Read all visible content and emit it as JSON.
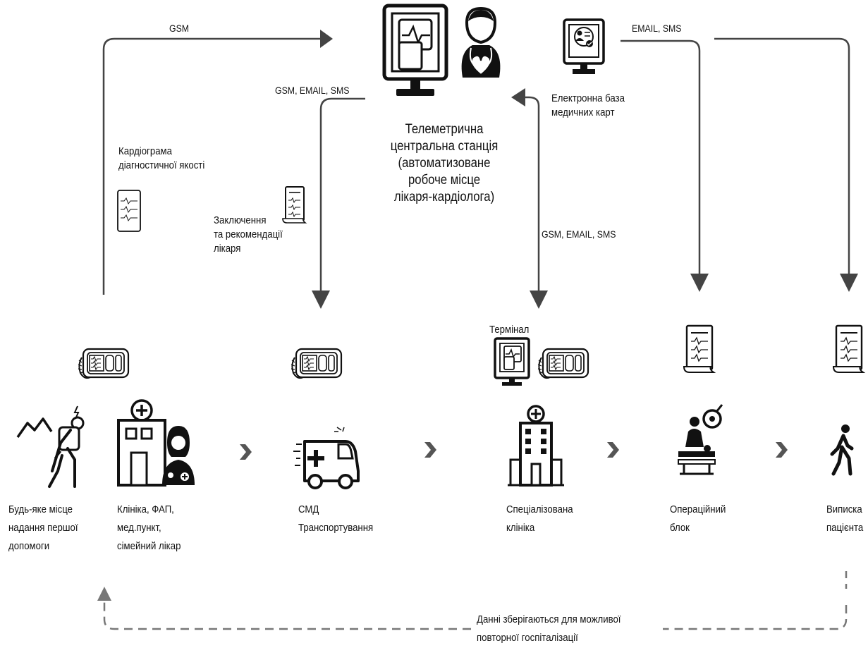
{
  "station": {
    "title": "Телеметрична\nцентральна станція\n(автоматизоване\nробоче місце\nлікаря-кардіолога)"
  },
  "edges": {
    "gsm_up": "GSM",
    "gsm_email_sms_down": "GSM, EMAIL, SMS",
    "gsm_email_sms_bidirectional": "GSM, EMAIL, SMS",
    "email_sms": "EMAIL, SMS"
  },
  "docs": {
    "cardiogram": "Кардіограма\nдіагностичної якості",
    "conclusion": "Заключення\nта рекомендації\nлікаря",
    "emr": "Електронна база\nмедичних карт"
  },
  "terminal_label": "Термінал",
  "stages": [
    {
      "label": "Будь-яке місце\nнадання першої\nдопомоги"
    },
    {
      "label": "Клініка, ФАП,\nмед.пункт,\nсімейний лікар"
    },
    {
      "label": "СМД\nТранспортування"
    },
    {
      "label": "Спеціалізована\nклініка"
    },
    {
      "label": "Операційний\nблок"
    },
    {
      "label": "Виписка\nпацієнта"
    }
  ],
  "footer": {
    "note": "Данні зберігаються для можливої\nповторної госпіталізації"
  }
}
